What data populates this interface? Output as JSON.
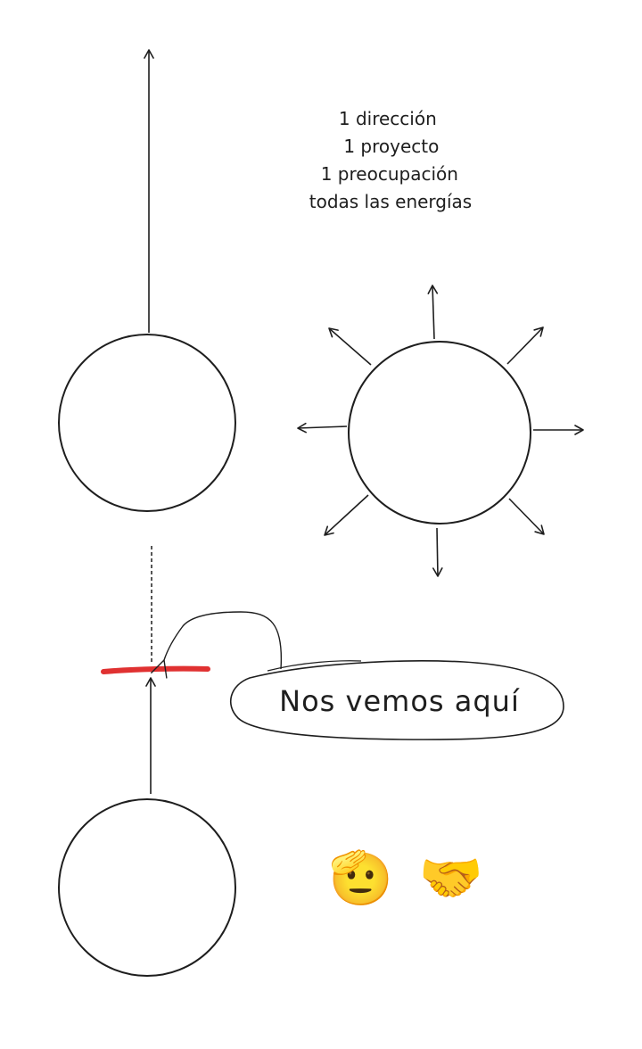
{
  "note": {
    "lines": [
      "1 dirección",
      "1 proyecto",
      "1 preocupación",
      "todas las energías"
    ]
  },
  "callout": {
    "text": "Nos vemos aquí"
  },
  "emojis": {
    "salute": "🫡",
    "handshake": "🤝"
  },
  "colors": {
    "ink": "#1e1e1e",
    "marker": "#e03131"
  }
}
